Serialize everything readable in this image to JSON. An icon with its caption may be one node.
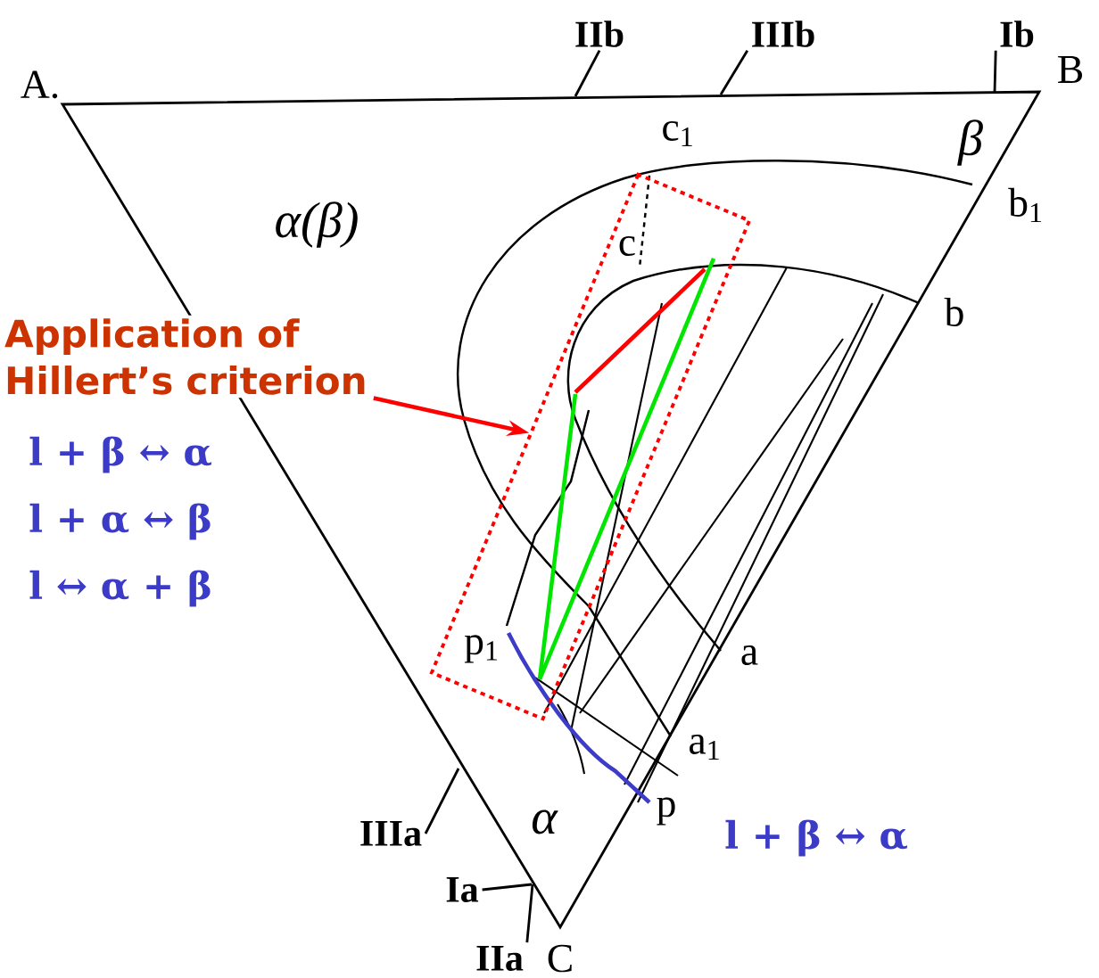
{
  "diagram": {
    "nodes": [
      {
        "text": [
          "Application of Hillert’s criterion"
        ]
      },
      {
        "text": [],
        "shape": "box"
      },
      {
        "text": [
          "IIb"
        ]
      },
      {
        "text": [
          "IIIb"
        ]
      },
      {
        "text": [
          "Ib"
        ]
      },
      {
        "text": [
          "IIIa"
        ]
      },
      {
        "text": [
          "Ia"
        ]
      },
      {
        "text": [
          "IIa"
        ]
      }
    ],
    "edges": [
      {
        "from": 0,
        "to": 1,
        "arrow": "to",
        "color": "#ff0000"
      },
      {
        "from": 2,
        "to": null,
        "arrow": "none"
      },
      {
        "from": 3,
        "to": null,
        "arrow": "none"
      },
      {
        "from": 4,
        "to": null,
        "arrow": "none"
      },
      {
        "from": 5,
        "to": null,
        "arrow": "none"
      },
      {
        "from": 6,
        "to": null,
        "arrow": "none"
      },
      {
        "from": 7,
        "to": null,
        "arrow": "none"
      }
    ],
    "labels": [
      "A.",
      "B",
      "c$_{1}$",
      "β",
      "α(β)",
      "b$_{1}$",
      "c",
      "b",
      "l + β ↔ α",
      "l + α ↔ β",
      "l ↔ α + β",
      "a",
      "p$_{1}$",
      "a$_{1}$",
      "α",
      "p",
      "l + β ↔ α",
      "C"
    ]
  }
}
